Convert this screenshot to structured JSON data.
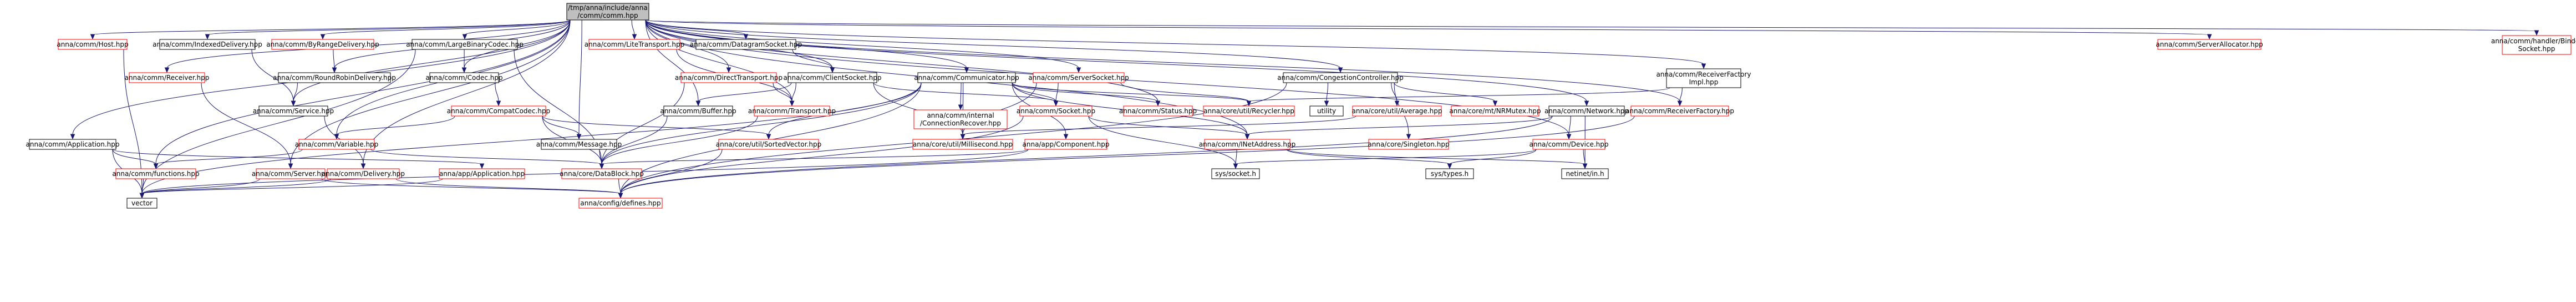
{
  "root": {
    "lines": [
      "/tmp/anna/include/anna",
      "/comm/comm.hpp"
    ]
  },
  "nodes": [
    {
      "id": "host",
      "label": "anna/comm/Host.hpp",
      "red": true
    },
    {
      "id": "indexed",
      "label": "anna/comm/IndexedDelivery.hpp",
      "red": false
    },
    {
      "id": "byrange",
      "label": "anna/comm/ByRangeDelivery.hpp",
      "red": true
    },
    {
      "id": "largebinary",
      "label": "anna/comm/LargeBinaryCodec.hpp",
      "red": false
    },
    {
      "id": "litetransport",
      "label": "anna/comm/LiteTransport.hpp",
      "red": true
    },
    {
      "id": "datagram",
      "label": "anna/comm/DatagramSocket.hpp",
      "red": false
    },
    {
      "id": "serveralloc",
      "label": "anna/comm/ServerAllocator.hpp",
      "red": true
    },
    {
      "id": "handlerbinder",
      "label": "anna/comm/handler/Binder Socket.hpp",
      "red": true
    },
    {
      "id": "receiver",
      "label": "anna/comm/Receiver.hpp",
      "red": true
    },
    {
      "id": "roundrobin",
      "label": "anna/comm/RoundRobinDelivery.hpp",
      "red": false
    },
    {
      "id": "codec",
      "label": "anna/comm/Codec.hpp",
      "red": false
    },
    {
      "id": "directtransport",
      "label": "anna/comm/DirectTransport.hpp",
      "red": true
    },
    {
      "id": "clientsocket",
      "label": "anna/comm/ClientSocket.hpp",
      "red": false
    },
    {
      "id": "communicator",
      "label": "anna/comm/Communicator.hpp",
      "red": false
    },
    {
      "id": "serversocket",
      "label": "anna/comm/ServerSocket.hpp",
      "red": true
    },
    {
      "id": "congestion",
      "label": "anna/comm/CongestionController.hpp",
      "red": false
    },
    {
      "id": "recvfactoryimpl",
      "label": "anna/comm/ReceiverFactory Impl.hpp",
      "red": false
    },
    {
      "id": "service",
      "label": "anna/comm/Service.hpp",
      "red": false
    },
    {
      "id": "compatcodec",
      "label": "anna/comm/CompatCodec.hpp",
      "red": true
    },
    {
      "id": "buffer",
      "label": "anna/comm/Buffer.hpp",
      "red": false
    },
    {
      "id": "transport",
      "label": "anna/comm/Transport.hpp",
      "red": true
    },
    {
      "id": "internal",
      "label": "anna/comm/internal /ConnectionRecover.hpp",
      "red": true
    },
    {
      "id": "socket",
      "label": "anna/comm/Socket.hpp",
      "red": true
    },
    {
      "id": "status",
      "label": "anna/comm/Status.hpp",
      "red": true
    },
    {
      "id": "recycler",
      "label": "anna/core/util/Recycler.hpp",
      "red": true
    },
    {
      "id": "utility",
      "label": "utility",
      "red": false
    },
    {
      "id": "average",
      "label": "anna/core/util/Average.hpp",
      "red": true
    },
    {
      "id": "nrmutex",
      "label": "anna/core/mt/NRMutex.hpp",
      "red": true
    },
    {
      "id": "network",
      "label": "anna/comm/Network.hpp",
      "red": false
    },
    {
      "id": "recvfactory",
      "label": "anna/comm/ReceiverFactory.hpp",
      "red": true
    },
    {
      "id": "application",
      "label": "anna/comm/Application.hpp",
      "red": false
    },
    {
      "id": "variable",
      "label": "anna/comm/Variable.hpp",
      "red": true
    },
    {
      "id": "message",
      "label": "anna/comm/Message.hpp",
      "red": false
    },
    {
      "id": "sortedvector",
      "label": "anna/core/util/SortedVector.hpp",
      "red": true
    },
    {
      "id": "millisecond",
      "label": "anna/core/util/Millisecond.hpp",
      "red": true
    },
    {
      "id": "component",
      "label": "anna/app/Component.hpp",
      "red": true
    },
    {
      "id": "inetaddress",
      "label": "anna/comm/INetAddress.hpp",
      "red": true
    },
    {
      "id": "singleton",
      "label": "anna/core/Singleton.hpp",
      "red": true
    },
    {
      "id": "device",
      "label": "anna/comm/Device.hpp",
      "red": true
    },
    {
      "id": "functions",
      "label": "anna/comm/functions.hpp",
      "red": true
    },
    {
      "id": "server",
      "label": "anna/comm/Server.hpp",
      "red": true
    },
    {
      "id": "delivery",
      "label": "anna/comm/Delivery.hpp",
      "red": true
    },
    {
      "id": "appapplication",
      "label": "anna/app/Application.hpp",
      "red": true
    },
    {
      "id": "datablock",
      "label": "anna/core/DataBlock.hpp",
      "red": true
    },
    {
      "id": "syssocket",
      "label": "sys/socket.h",
      "red": false
    },
    {
      "id": "systypes",
      "label": "sys/types.h",
      "red": false
    },
    {
      "id": "netinet",
      "label": "netinet/in.h",
      "red": false
    },
    {
      "id": "vector",
      "label": "vector",
      "red": false
    },
    {
      "id": "defines",
      "label": "anna/config/defines.hpp",
      "red": true
    }
  ],
  "edges": [
    [
      "root",
      "host"
    ],
    [
      "root",
      "indexed"
    ],
    [
      "root",
      "byrange"
    ],
    [
      "root",
      "largebinary"
    ],
    [
      "root",
      "litetransport"
    ],
    [
      "root",
      "datagram"
    ],
    [
      "root",
      "serveralloc"
    ],
    [
      "root",
      "handlerbinder"
    ],
    [
      "root",
      "receiver"
    ],
    [
      "root",
      "roundrobin"
    ],
    [
      "root",
      "codec"
    ],
    [
      "root",
      "directtransport"
    ],
    [
      "root",
      "clientsocket"
    ],
    [
      "root",
      "communicator"
    ],
    [
      "root",
      "serversocket"
    ],
    [
      "root",
      "congestion"
    ],
    [
      "root",
      "recvfactoryimpl"
    ],
    [
      "root",
      "service"
    ],
    [
      "root",
      "buffer"
    ],
    [
      "root",
      "transport"
    ],
    [
      "root",
      "status"
    ],
    [
      "root",
      "network"
    ],
    [
      "root",
      "recvfactory"
    ],
    [
      "root",
      "application"
    ],
    [
      "root",
      "variable"
    ],
    [
      "root",
      "message"
    ],
    [
      "root",
      "inetaddress"
    ],
    [
      "root",
      "device"
    ],
    [
      "root",
      "functions"
    ],
    [
      "root",
      "server"
    ],
    [
      "root",
      "delivery"
    ],
    [
      "host",
      "vector"
    ],
    [
      "indexed",
      "service"
    ],
    [
      "byrange",
      "roundrobin"
    ],
    [
      "roundrobin",
      "service"
    ],
    [
      "largebinary",
      "codec"
    ],
    [
      "largebinary",
      "datablock"
    ],
    [
      "largebinary",
      "vector"
    ],
    [
      "codec",
      "compatcodec"
    ],
    [
      "compatcodec",
      "variable"
    ],
    [
      "compatcodec",
      "message"
    ],
    [
      "compatcodec",
      "datablock"
    ],
    [
      "compatcodec",
      "sortedvector"
    ],
    [
      "litetransport",
      "transport"
    ],
    [
      "directtransport",
      "transport"
    ],
    [
      "directtransport",
      "datablock"
    ],
    [
      "datagram",
      "clientsocket"
    ],
    [
      "clientsocket",
      "transport"
    ],
    [
      "clientsocket",
      "buffer"
    ],
    [
      "clientsocket",
      "millisecond"
    ],
    [
      "clientsocket",
      "socket"
    ],
    [
      "communicator",
      "internal"
    ],
    [
      "communicator",
      "socket"
    ],
    [
      "communicator",
      "status"
    ],
    [
      "communicator",
      "recycler"
    ],
    [
      "communicator",
      "sortedvector"
    ],
    [
      "communicator",
      "millisecond"
    ],
    [
      "communicator",
      "component"
    ],
    [
      "communicator",
      "defines"
    ],
    [
      "communicator",
      "datablock"
    ],
    [
      "communicator",
      "vector"
    ],
    [
      "communicator",
      "inetaddress"
    ],
    [
      "serversocket",
      "socket"
    ],
    [
      "serversocket",
      "recycler"
    ],
    [
      "serversocket",
      "millisecond"
    ],
    [
      "congestion",
      "utility"
    ],
    [
      "congestion",
      "average"
    ],
    [
      "congestion",
      "nrmutex"
    ],
    [
      "congestion",
      "singleton"
    ],
    [
      "congestion",
      "defines"
    ],
    [
      "recvfactoryimpl",
      "recycler"
    ],
    [
      "recvfactoryimpl",
      "recvfactory"
    ],
    [
      "network",
      "inetaddress"
    ],
    [
      "network",
      "device"
    ],
    [
      "network",
      "netinet"
    ],
    [
      "network",
      "defines"
    ],
    [
      "service",
      "delivery"
    ],
    [
      "receiver",
      "server"
    ],
    [
      "transport",
      "datablock"
    ],
    [
      "buffer",
      "datablock"
    ],
    [
      "message",
      "datablock"
    ],
    [
      "internal",
      "millisecond"
    ],
    [
      "socket",
      "inetaddress"
    ],
    [
      "socket",
      "syssocket"
    ],
    [
      "socket",
      "defines"
    ],
    [
      "average",
      "millisecond"
    ],
    [
      "component",
      "vector"
    ],
    [
      "component",
      "datablock"
    ],
    [
      "inetaddress",
      "syssocket"
    ],
    [
      "inetaddress",
      "netinet"
    ],
    [
      "inetaddress",
      "systypes"
    ],
    [
      "device",
      "systypes"
    ],
    [
      "device",
      "netinet"
    ],
    [
      "device",
      "syssocket"
    ],
    [
      "application",
      "functions"
    ],
    [
      "application",
      "vector"
    ],
    [
      "application",
      "appapplication"
    ],
    [
      "variable",
      "datablock"
    ],
    [
      "variable",
      "functions"
    ],
    [
      "functions",
      "vector"
    ],
    [
      "server",
      "vector"
    ],
    [
      "server",
      "defines"
    ],
    [
      "delivery",
      "vector"
    ],
    [
      "delivery",
      "defines"
    ],
    [
      "appapplication",
      "vector"
    ],
    [
      "datablock",
      "defines"
    ],
    [
      "sortedvector",
      "defines"
    ],
    [
      "recvfactory",
      "defines"
    ]
  ]
}
